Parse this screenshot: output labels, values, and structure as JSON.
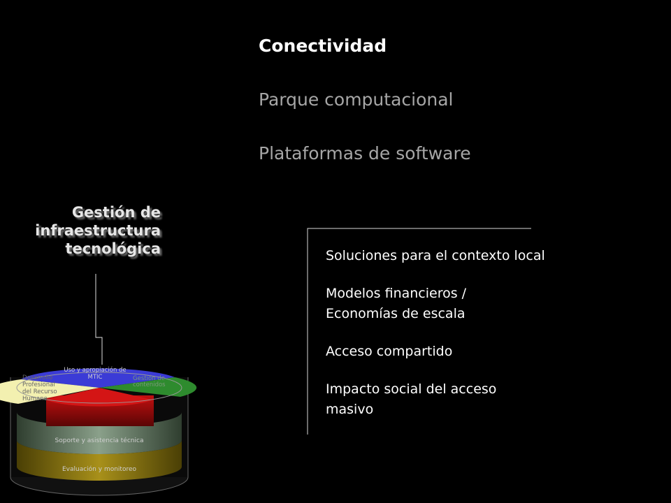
{
  "top_items": [
    {
      "label": "Conectividad"
    },
    {
      "label": "Parque computacional"
    },
    {
      "label": "Plataformas de software"
    }
  ],
  "heading": [
    "Gestión de",
    "infraestructura",
    "tecnológica"
  ],
  "right_items": [
    {
      "lines": [
        "Soluciones para el contexto local"
      ]
    },
    {
      "lines": [
        "Modelos financieros /",
        "Economías de escala"
      ]
    },
    {
      "lines": [
        "Acceso compartido"
      ]
    },
    {
      "lines": [
        "Impacto social del acceso",
        "masivo"
      ]
    }
  ],
  "cylinder": {
    "top_segments": {
      "uso": [
        "Uso y apropiación de",
        "MTIC"
      ],
      "desarrollo": [
        "Desarrollo",
        "Profesional",
        "del Recurso",
        "Humano"
      ],
      "gestion": [
        "Gestión de",
        "contenidos"
      ]
    },
    "band_middle": "Soporte y asistencia técnica",
    "band_bottom": "Evaluación y monitoreo"
  },
  "colors": {
    "background": "#000000",
    "segment_blue": "#3b3bd6",
    "segment_green": "#2e8b2e",
    "segment_yellow": "#f3f0b0",
    "segment_red": "#d41515",
    "band_gray_green": "#6f8a6f",
    "band_olive": "#8a7a10"
  }
}
